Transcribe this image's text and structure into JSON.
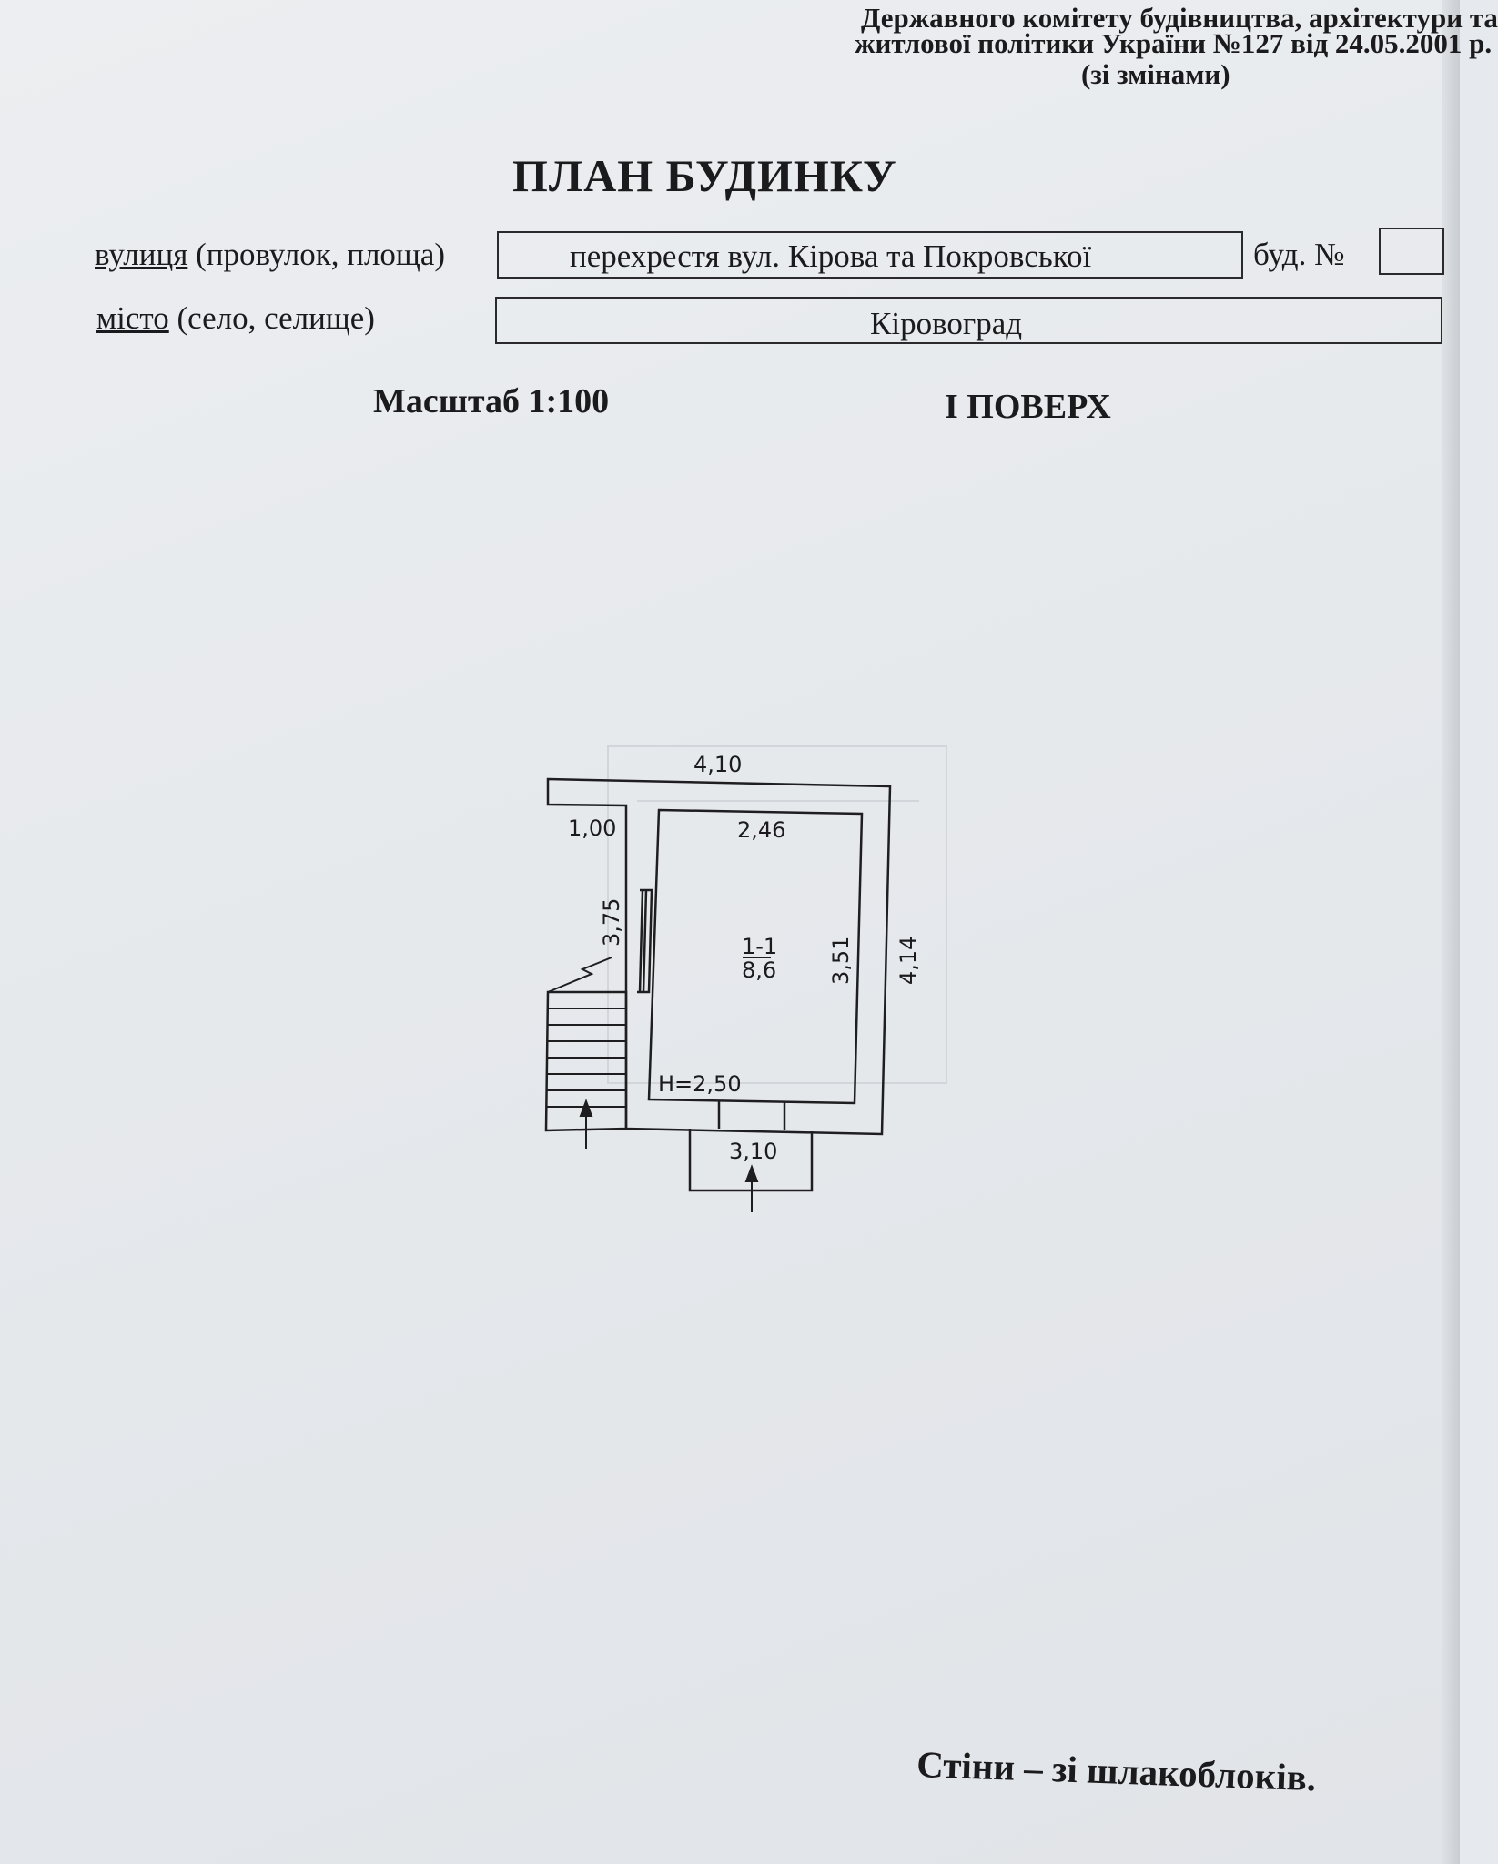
{
  "header": {
    "line1": "Державного комітету будівництва, архітектури та",
    "line2": "житлової політики України №127 від 24.05.2001 р.",
    "line3": "(зі змінами)"
  },
  "title": "ПЛАН БУДИНКУ",
  "address": {
    "street_label_main": "вулиця",
    "street_label_rest": "(провулок, площа)",
    "street_value": "перехрестя вул. Кірова та Покровської",
    "house_label": "буд. №",
    "house_value": "",
    "city_label_main": "місто",
    "city_label_rest": "(село, селище)",
    "city_value": "Кіровоград"
  },
  "scale_label": "Масштаб 1:100",
  "floor_label": "I ПОВЕРХ",
  "plan": {
    "dim_top": "4,10",
    "dim_corridor_width": "1,00",
    "dim_room_width": "2,46",
    "dim_corridor_length": "3,75",
    "room_number": "1-1",
    "room_area": "8,6",
    "dim_room_length": "3,51",
    "dim_overall_length": "4,14",
    "ceiling_height": "H=2,50",
    "dim_porch": "3,10"
  },
  "footer_note": "Стіни – зі шлакоблоків."
}
